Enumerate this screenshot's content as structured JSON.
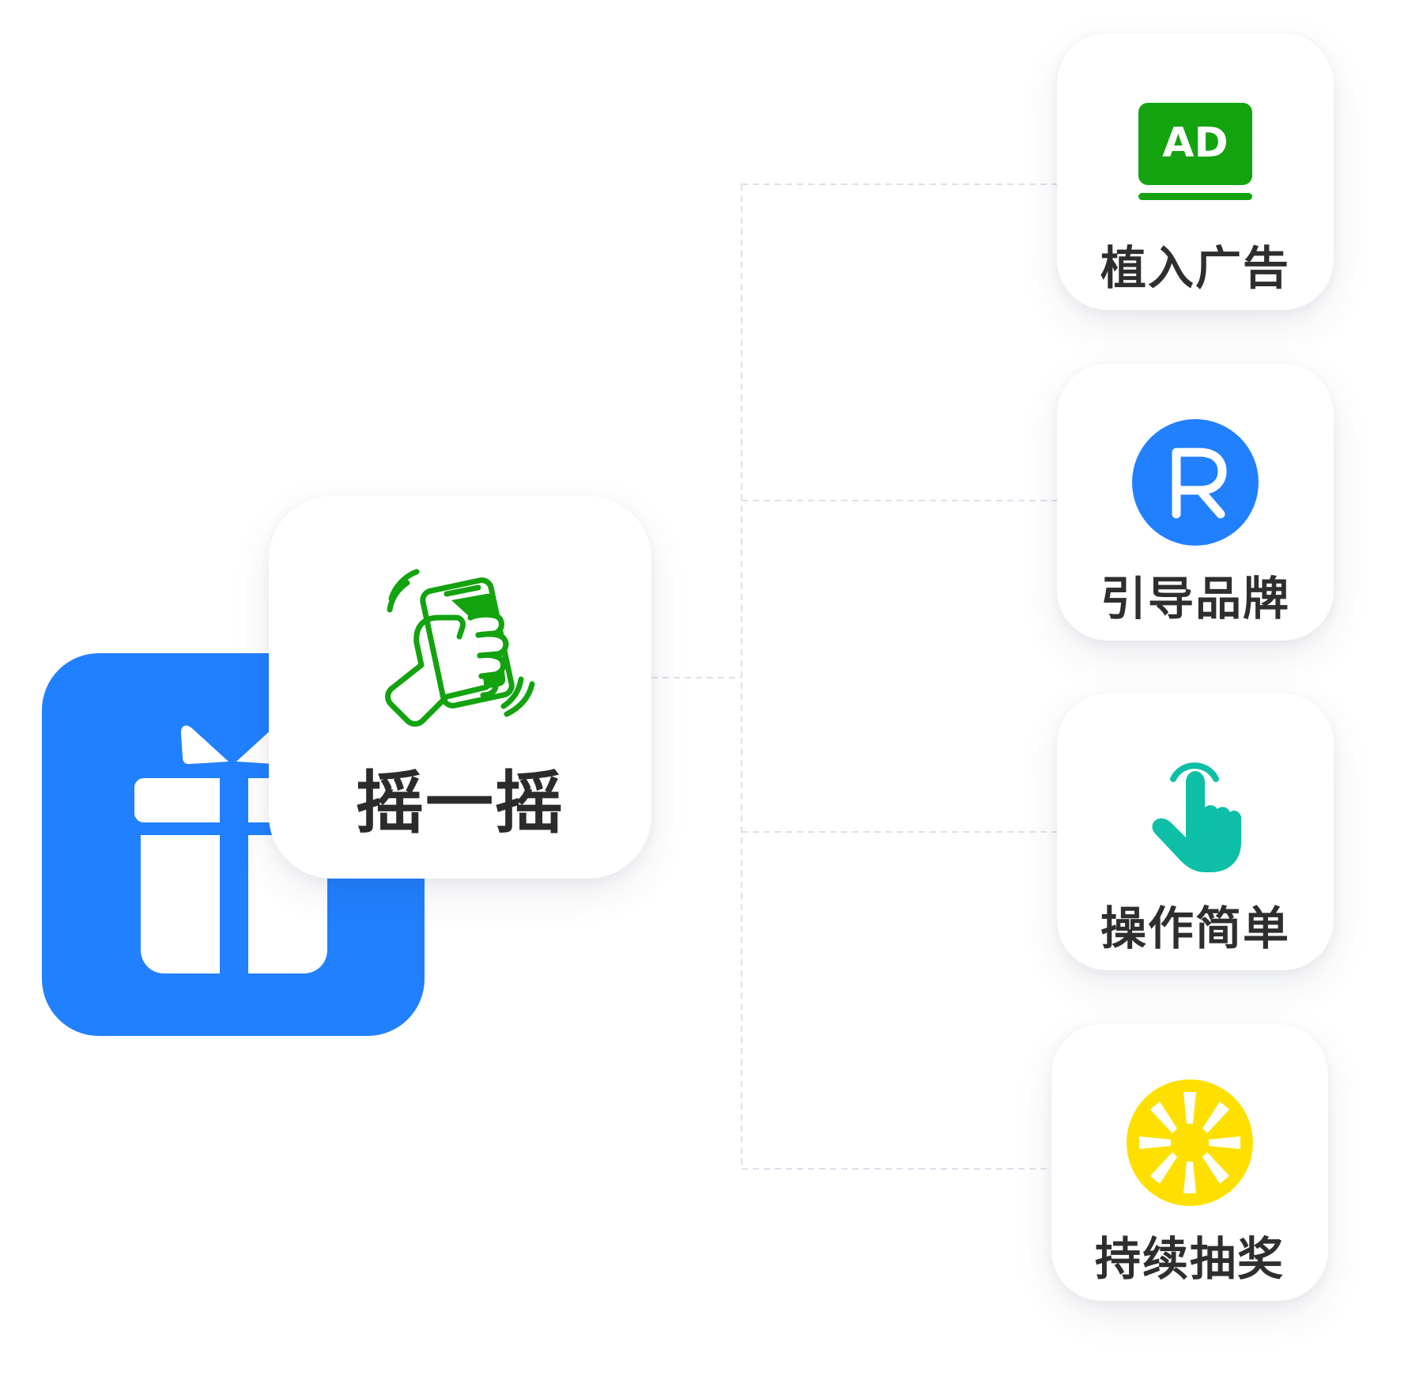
{
  "center": {
    "label": "摇一摇",
    "icon": "hand-shaking-phone-icon",
    "color": "#13a30f"
  },
  "app_icon": {
    "icon": "gift-icon",
    "color": "#2180fe"
  },
  "features": [
    {
      "label": "植入广告",
      "icon": "ad-screen-icon",
      "icon_text": "AD",
      "color": "#13a30f"
    },
    {
      "label": "引导品牌",
      "icon": "registered-brand-icon",
      "icon_text": "R",
      "color": "#2180fe"
    },
    {
      "label": "操作简单",
      "icon": "tap-finger-icon",
      "color": "#0cbfa6"
    },
    {
      "label": "持续抽奖",
      "icon": "prize-wheel-icon",
      "color": "#fee000"
    }
  ]
}
